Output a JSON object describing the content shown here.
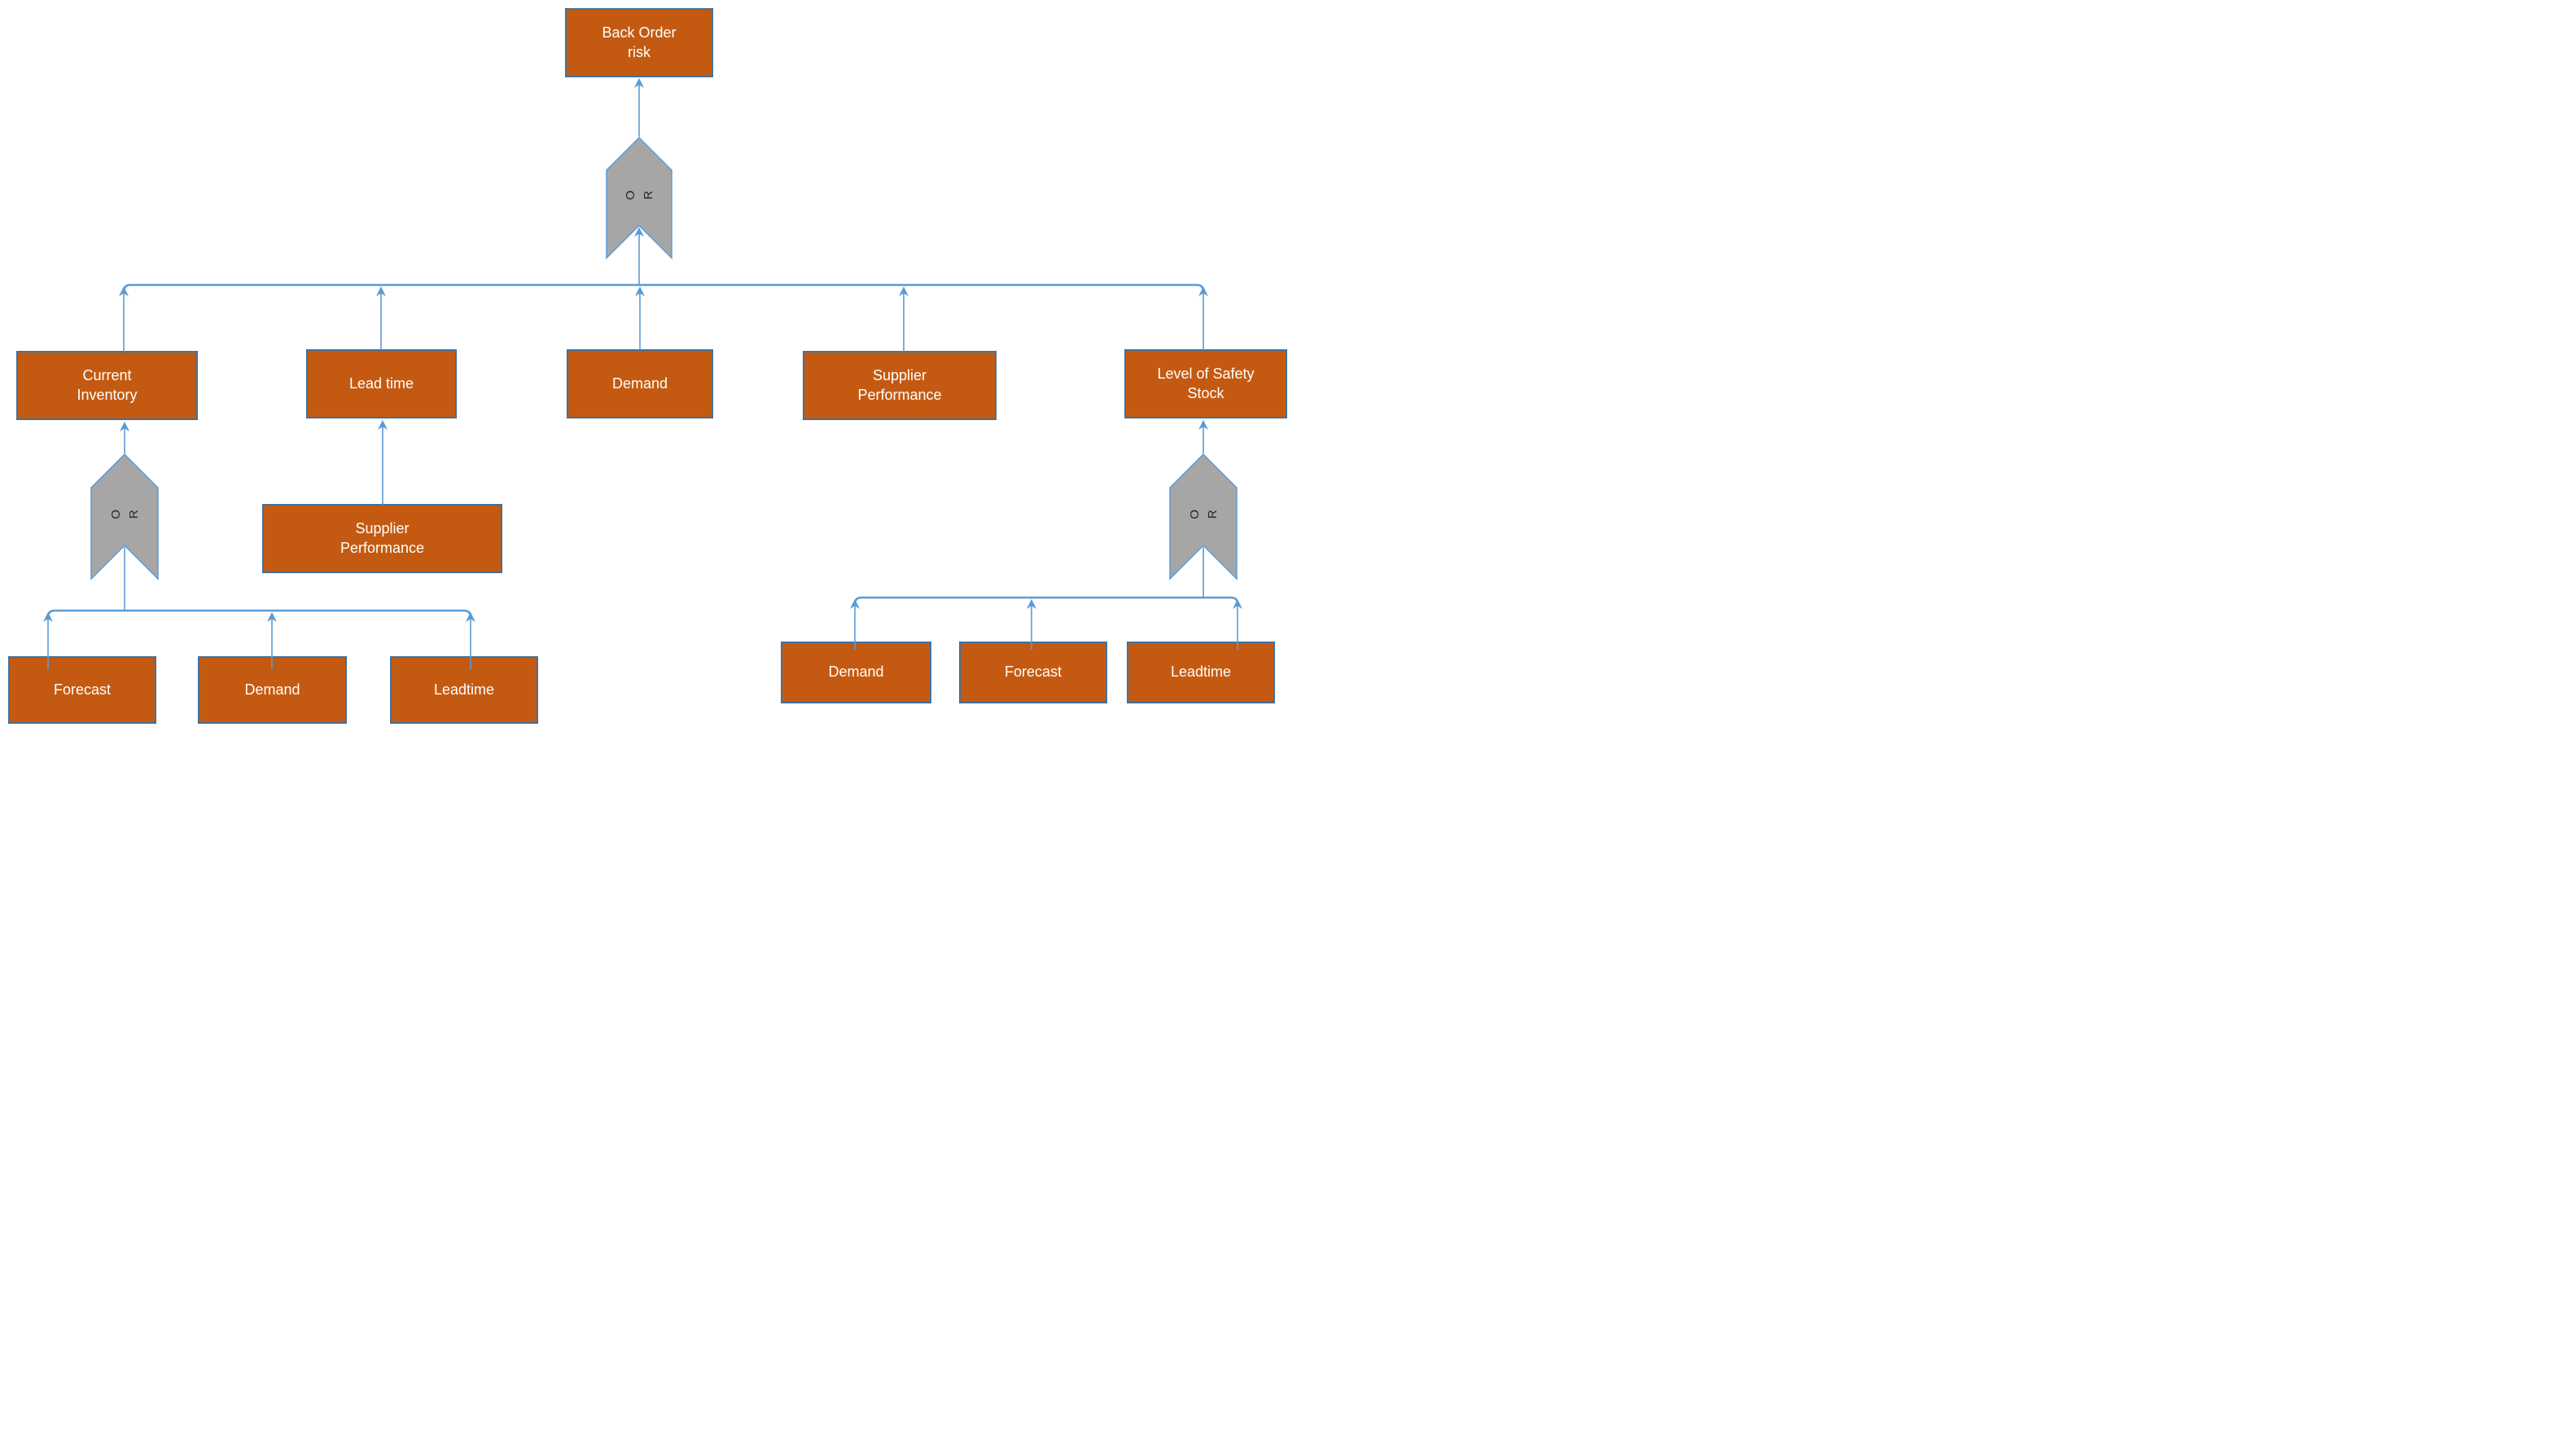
{
  "diagram": {
    "root": {
      "label": "Back Order\nrisk"
    },
    "gates": {
      "top": {
        "label": "OR"
      },
      "left": {
        "label": "OR"
      },
      "right": {
        "label": "OR"
      }
    },
    "level2": [
      {
        "id": "current-inventory",
        "label": "Current\nInventory"
      },
      {
        "id": "lead-time",
        "label": "Lead time"
      },
      {
        "id": "demand",
        "label": "Demand"
      },
      {
        "id": "supplier-performance",
        "label": "Supplier\nPerformance"
      },
      {
        "id": "level-of-safety-stock",
        "label": "Level of Safety\nStock"
      }
    ],
    "lead_time_child": {
      "label": "Supplier\nPerformance"
    },
    "current_inventory_children": [
      {
        "label": "Forecast"
      },
      {
        "label": "Demand"
      },
      {
        "label": "Leadtime"
      }
    ],
    "safety_stock_children": [
      {
        "label": "Demand"
      },
      {
        "label": "Forecast"
      },
      {
        "label": "Leadtime"
      }
    ],
    "colors": {
      "node_fill": "#C45A11",
      "node_border": "#41719C",
      "node_text": "#FFFFFF",
      "connector": "#5B9BD5",
      "gate_fill": "#A6A6A6",
      "gate_border": "#5B9BD5",
      "gate_text": "#262626"
    }
  }
}
